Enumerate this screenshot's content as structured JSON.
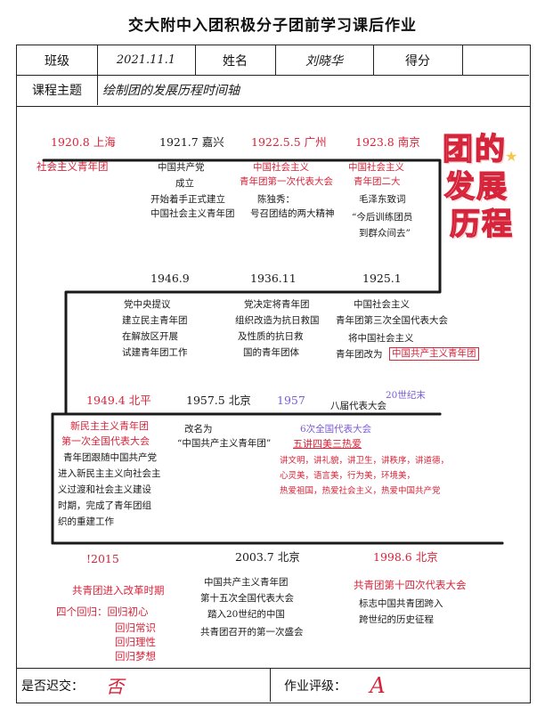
{
  "doc_title": "交大附中入团积极分子团前学习课后作业",
  "form": {
    "class_label": "班级",
    "class_value": "2021.11.1",
    "name_label": "姓名",
    "name_value": "刘晓华",
    "score_label": "得分",
    "topic_label": "课程主题",
    "topic_value": "绘制团的发展历程时间轴"
  },
  "art_title": {
    "line1": "团的",
    "line2": "发展",
    "line3": "历程",
    "star": "★"
  },
  "row1": [
    {
      "date": "1920.8 上海",
      "lines": [
        "社会主义青年团"
      ]
    },
    {
      "date": "1921.7 嘉兴",
      "lines": [
        "中国共产党",
        "成立",
        "开始着手正式建立",
        "中国社会主义青年团"
      ]
    },
    {
      "date": "1922.5.5 广州",
      "lines": [
        "中国社会主义",
        "青年团第一次代表大会"
      ],
      "sub": [
        "陈独秀：",
        "号召团结的两大精神"
      ]
    },
    {
      "date": "1923.8 南京",
      "lines": [
        "中国社会主义",
        "青年团二大"
      ],
      "sub": [
        "毛泽东致词",
        "“今后训练团员",
        "到群众间去”"
      ]
    }
  ],
  "row2": [
    {
      "date": "1946.9",
      "lines": [
        "党中央提议",
        "建立民主青年团",
        "在解放区开展",
        "试建青年团工作"
      ]
    },
    {
      "date": "1936.11",
      "lines": [
        "党决定将青年团",
        "组织改造为抗日救国",
        "及性质的抗日救",
        "国的青年团体"
      ]
    },
    {
      "date": "1925.1",
      "lines": [
        "中国社会主义",
        "青年团第三次全国代表大会",
        "将中国社会主义",
        "青年团改为"
      ],
      "boxed": "中国共产主义青年团"
    }
  ],
  "row3": [
    {
      "date": "1949.4 北平",
      "lines": [
        "新民主主义青年团",
        "第一次全国代表大会"
      ],
      "sub": [
        "青年团跟随中国共产党",
        "进入新民主主义向社会主",
        "义过渡和社会主义建设",
        "时期，完成了青年团组",
        "织的重建工作"
      ]
    },
    {
      "date": "1957.5 北京",
      "lines": [
        "改名为",
        "“中国共产主义青年团”"
      ]
    },
    {
      "date": "1957",
      "note": "八届代表大会",
      "note2": "20世纪末"
    },
    {
      "title": "6次全国代表大会",
      "lines": [
        "五讲四美三热爱"
      ],
      "sub": [
        "讲文明，讲礼貌，讲卫生，讲秩序，讲道德，",
        "心灵美，语言美，行为美，环境美，",
        "热爱祖国，热爱社会主义，热爱中国共产党"
      ]
    }
  ],
  "row4": [
    {
      "date": "!2015",
      "lines": [
        "共青团进入改革时期"
      ],
      "sub": [
        "四个回归：回归初心",
        "回归常识",
        "回归理性",
        "回归梦想"
      ]
    },
    {
      "date": "2003.7 北京",
      "lines": [
        "中国共产主义青年团",
        "第十五次全国代表大会",
        "踏入20世纪的中国",
        "共青团召开的第一次盛会"
      ]
    },
    {
      "date": "1998.6 北京",
      "lines": [
        "共青团第十四次代表大会"
      ],
      "sub": [
        "标志中国共青团跨入",
        "跨世纪的历史征程"
      ]
    }
  ],
  "footer": {
    "late_label": "是否迟交：",
    "late_value": "否",
    "grade_label": "作业评级：",
    "grade_value": "A"
  },
  "colors": {
    "accent": "#d6243a",
    "purple": "#7a5bd6",
    "ink": "#1a1a1a"
  }
}
